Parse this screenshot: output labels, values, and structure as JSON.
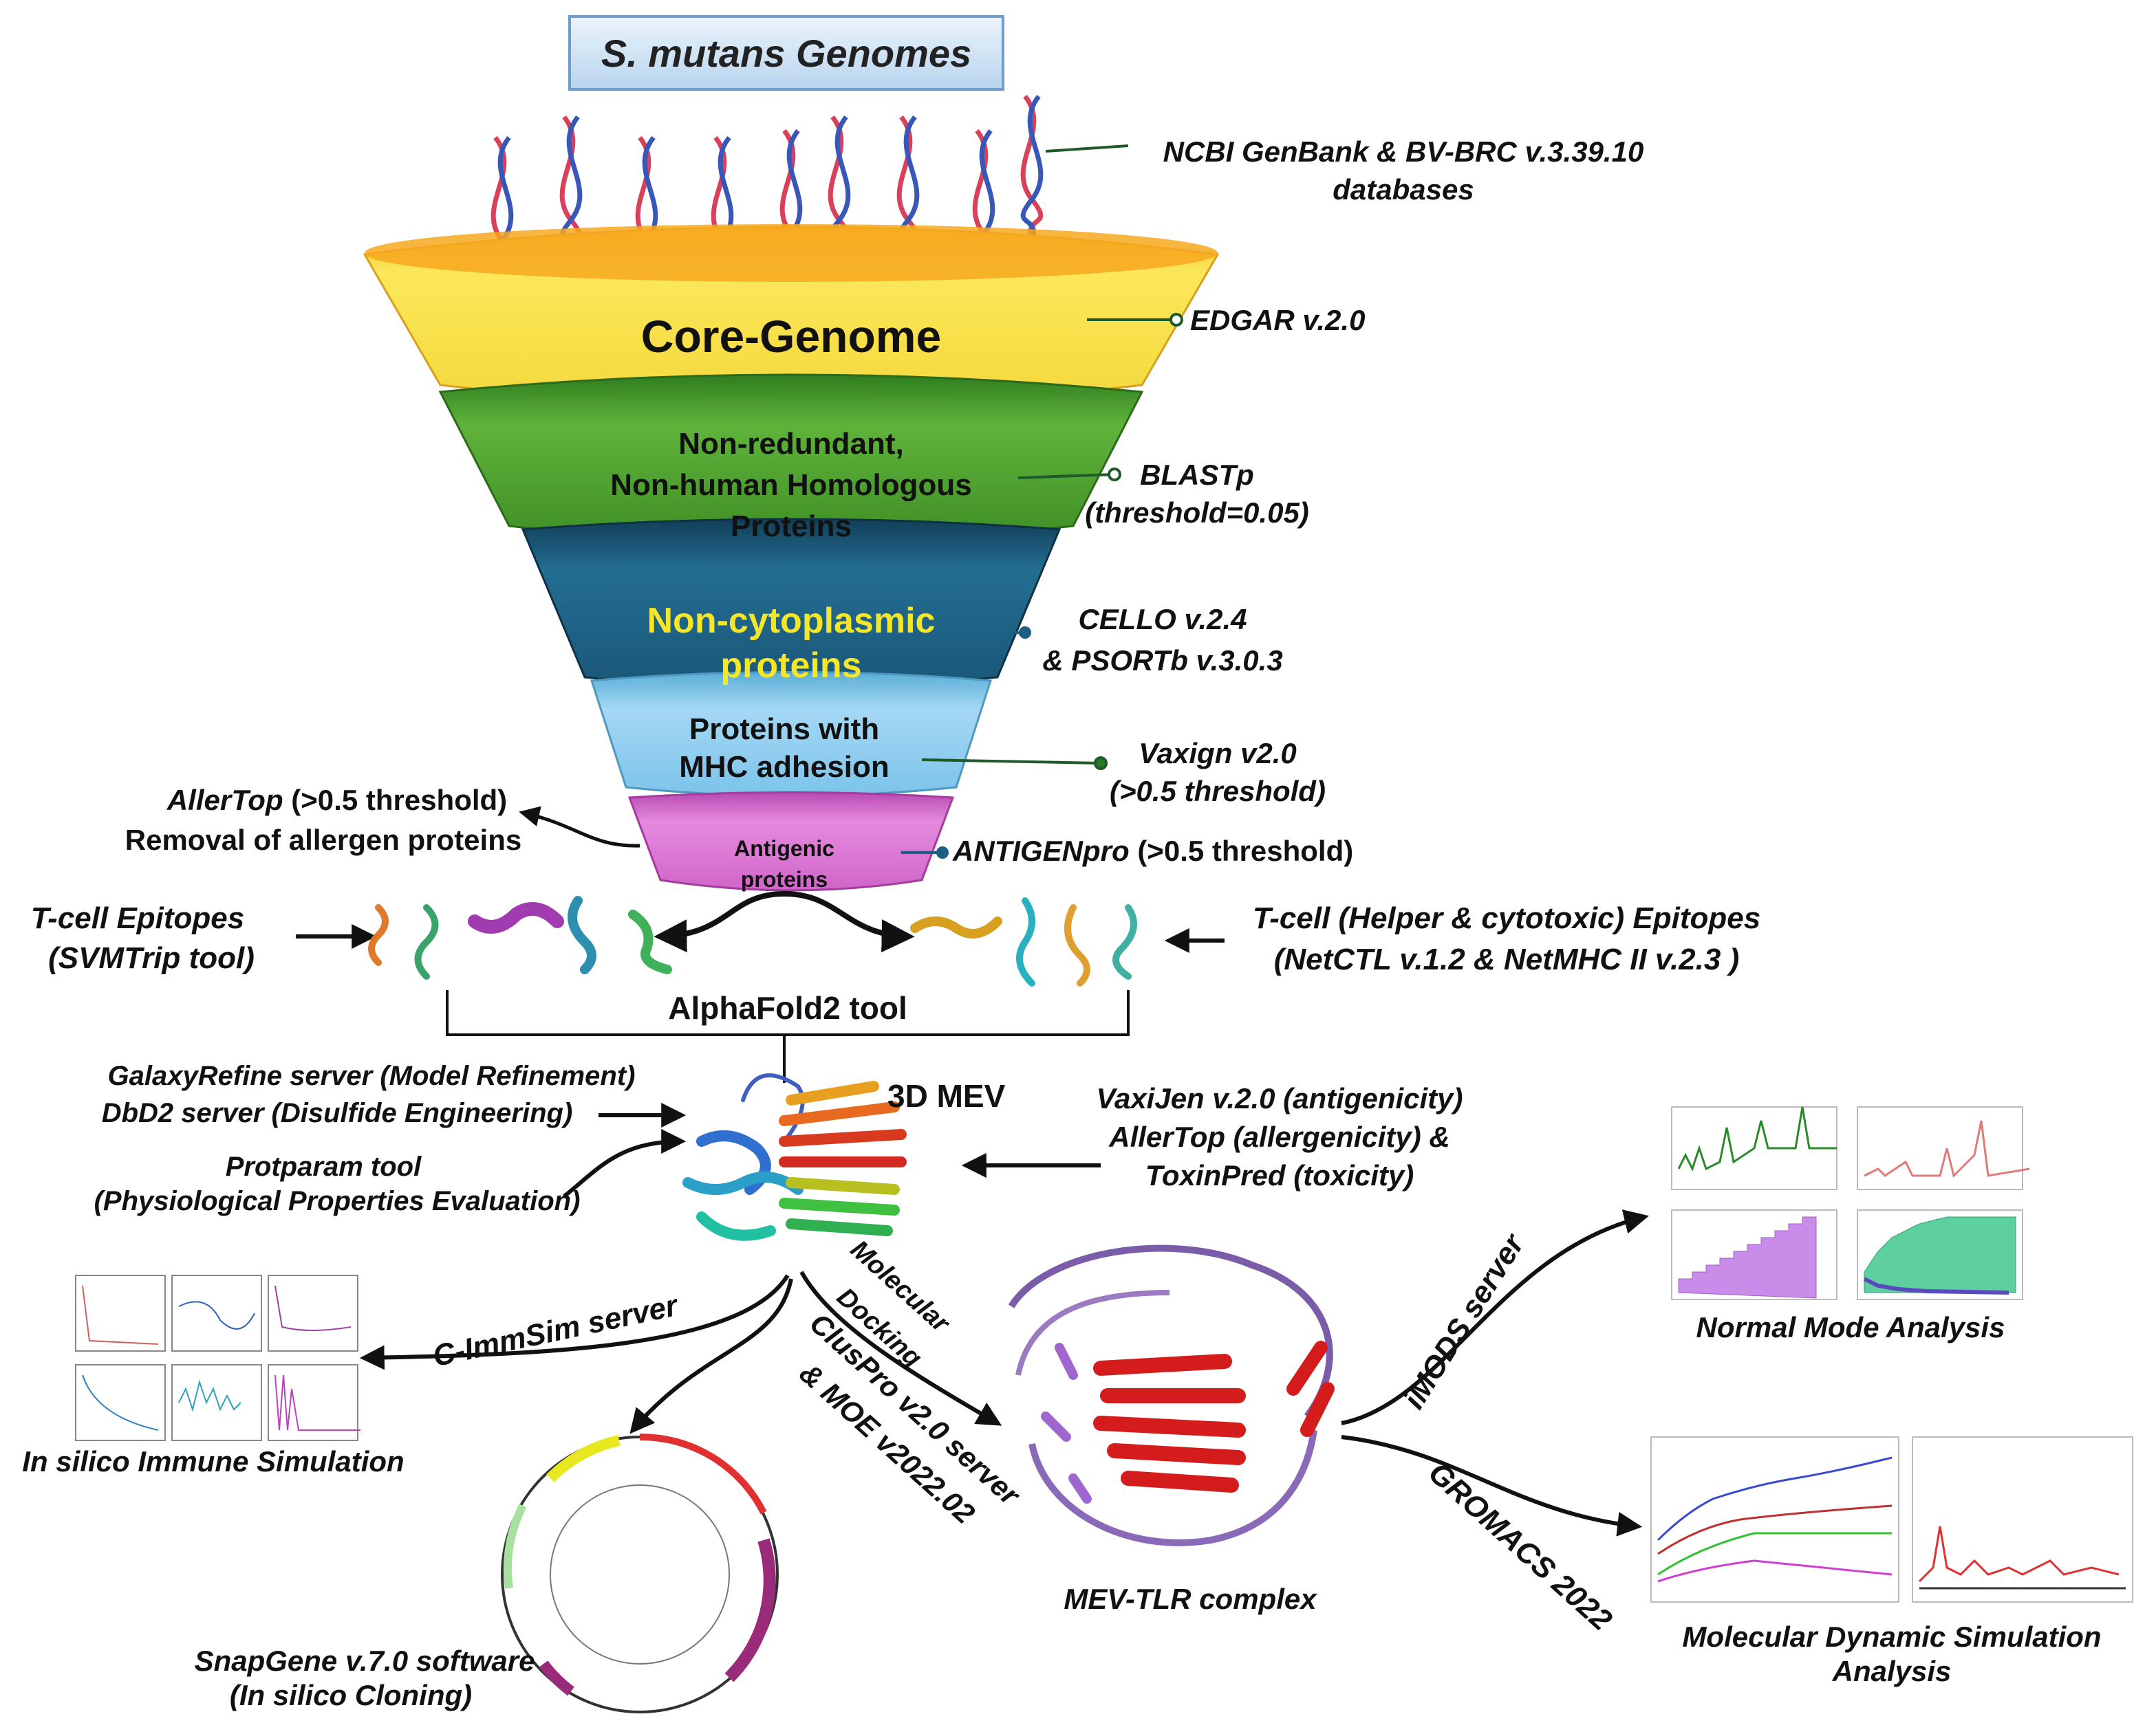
{
  "title": "S. mutans Genomes",
  "funnel": {
    "core_genome": "Core-Genome",
    "non_redundant": [
      "Non-redundant,",
      "Non-human Homologous",
      "Proteins"
    ],
    "non_cytoplasmic": [
      "Non-cytoplasmic",
      "proteins"
    ],
    "mhc_adhesion": [
      "Proteins with",
      "MHC adhesion"
    ],
    "antigenic": [
      "Antigenic",
      "proteins"
    ]
  },
  "tools": {
    "ncbi": [
      "NCBI GenBank & BV-BRC v.3.39.10",
      "databases"
    ],
    "edgar": "EDGAR v.2.0",
    "blastp": [
      "BLASTp",
      "(threshold=0.05)"
    ],
    "cello": [
      "CELLO v.2.4",
      "& PSORTb v.3.0.3"
    ],
    "vaxign": [
      "Vaxign v2.0",
      "(>0.5 threshold)"
    ],
    "antigenpro_name": "ANTIGENpro",
    "antigenpro_rest": " (>0.5 threshold)",
    "allertop_name": "AllerTop",
    "allertop_rest": " (>0.5 threshold)",
    "allergen_removal": "Removal of allergen proteins",
    "tcell_left": [
      "T-cell Epitopes",
      "(SVMTrip tool)"
    ],
    "tcell_right": [
      "T-cell (Helper & cytotoxic) Epitopes",
      "(NetCTL v.1.2  & NetMHC II v.2.3 )"
    ],
    "alphafold": "AlphaFold2 tool",
    "galaxy": "GalaxyRefine server (Model Refinement)",
    "dbd2": "DbD2 server (Disulfide Engineering)",
    "protparam": [
      "Protparam tool",
      "(Physiological Properties Evaluation)"
    ],
    "mev": "3D MEV",
    "vaxijen": [
      "VaxiJen v.2.0 (antigenicity)",
      "AllerTop (allergenicity) &",
      "ToxinPred (toxicity)"
    ],
    "cimmsim": "C-ImmSim server",
    "immune_sim": "In silico Immune Simulation",
    "docking": [
      "Molecular",
      "Docking"
    ],
    "cluspro": [
      "ClusPro v2.0 server",
      "& MOE v2022.02"
    ],
    "snapgene": [
      "SnapGene v.7.0 software",
      "(In silico Cloning)"
    ],
    "mev_tlr": "MEV-TLR complex",
    "imods": "iMODS server",
    "nma": "Normal Mode Analysis",
    "gromacs": "GROMACS 2022",
    "mds": [
      "Molecular Dynamic Simulation",
      "Analysis"
    ]
  },
  "colors": {
    "core": "#f8d63a",
    "nonredundant": "#4a9a2a",
    "noncyto": "#1c5f82",
    "noncyto_text": "#f5e62a",
    "mhc": "#8ec9ec",
    "antigenic": "#d765cf"
  }
}
